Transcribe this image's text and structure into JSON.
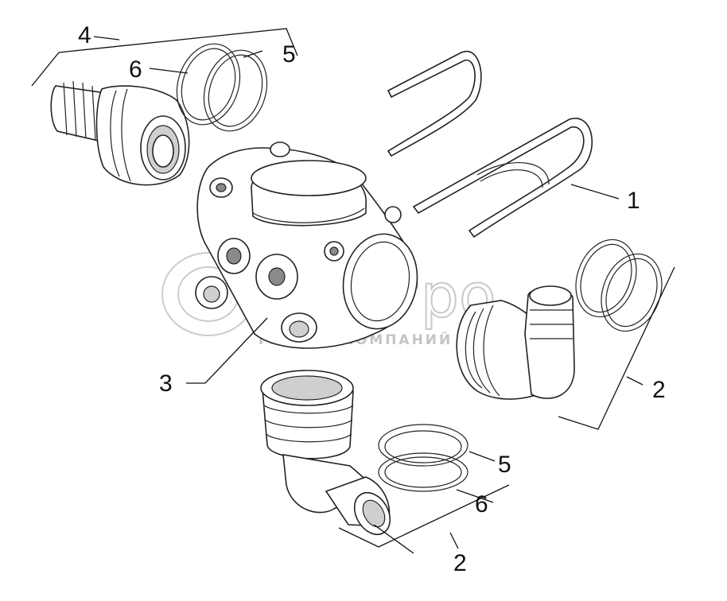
{
  "callouts": {
    "c1": "1",
    "c2a": "2",
    "c2b": "2",
    "c3": "3",
    "c4": "4",
    "c5a": "5",
    "c5b": "5",
    "c6a": "6",
    "c6b": "6"
  },
  "watermark": {
    "brand": "белагро",
    "tagline": "ГРУППА КОМПАНИЙ"
  },
  "corner_mark": "",
  "colors": {
    "line": "#222222",
    "watermark": "#c9c9c9",
    "background": "#ffffff"
  }
}
